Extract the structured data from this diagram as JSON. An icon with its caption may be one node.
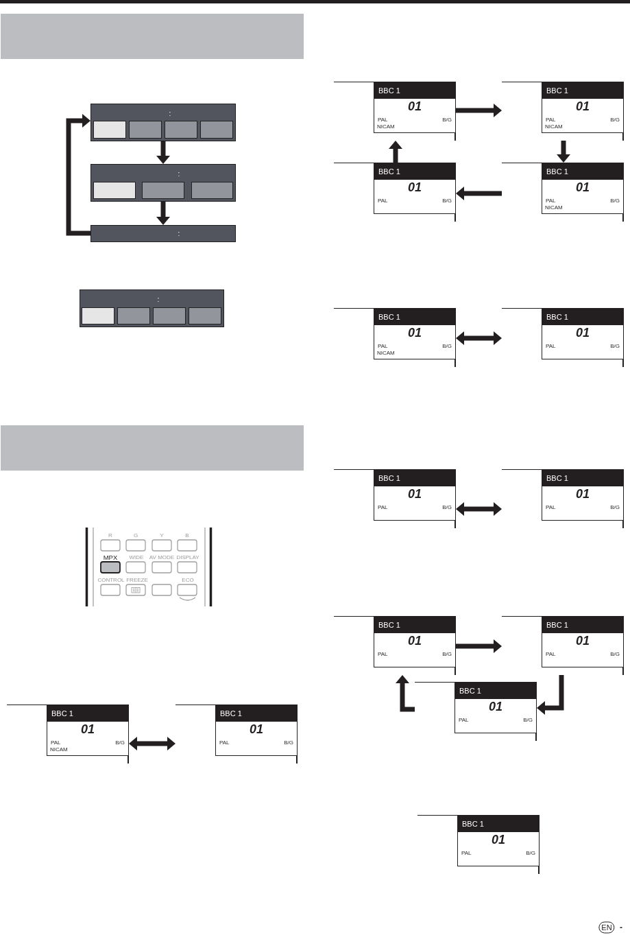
{
  "diagram": {
    "nodes": [
      {
        "text": [],
        "shape": "bar"
      },
      {
        "text": [
          ":"
        ]
      },
      {
        "text": [],
        "shape": "box",
        "in": 1
      },
      {
        "text": [],
        "shape": "box",
        "in": 1
      },
      {
        "text": [],
        "shape": "box",
        "in": 1
      },
      {
        "text": [],
        "shape": "box",
        "in": 1
      },
      {
        "text": [
          ":"
        ]
      },
      {
        "text": [],
        "shape": "box",
        "in": 6
      },
      {
        "text": [],
        "shape": "box",
        "in": 6
      },
      {
        "text": [],
        "shape": "box",
        "in": 6
      },
      {
        "text": [
          ":"
        ]
      },
      {
        "text": [
          ":"
        ]
      },
      {
        "text": [],
        "shape": "box",
        "in": 11
      },
      {
        "text": [],
        "shape": "box",
        "in": 11
      },
      {
        "text": [],
        "shape": "box",
        "in": 11
      },
      {
        "text": [],
        "shape": "box",
        "in": 11
      },
      {
        "text": [],
        "shape": "bar"
      },
      {
        "text": [
          "BBC 1",
          "01",
          "PAL",
          "B/G",
          "NICAM"
        ]
      },
      {
        "text": [
          "BBC 1",
          "01",
          "PAL",
          "B/G"
        ]
      },
      {
        "text": [
          "BBC 1",
          "01",
          "PAL",
          "B/G",
          "NICAM"
        ]
      },
      {
        "text": [
          "BBC 1",
          "01",
          "PAL",
          "B/G",
          "NICAM"
        ]
      },
      {
        "text": [
          "BBC 1",
          "01",
          "PAL",
          "B/G"
        ]
      },
      {
        "text": [
          "BBC 1",
          "01",
          "PAL",
          "B/G",
          "NICAM"
        ]
      },
      {
        "text": [
          "BBC 1",
          "01",
          "PAL",
          "B/G",
          "NICAM"
        ]
      },
      {
        "text": [
          "BBC 1",
          "01",
          "PAL",
          "B/G"
        ]
      },
      {
        "text": [
          "BBC 1",
          "01",
          "PAL",
          "B/G"
        ]
      },
      {
        "text": [
          "BBC 1",
          "01",
          "PAL",
          "B/G"
        ]
      },
      {
        "text": [
          "BBC 1",
          "01",
          "PAL",
          "B/G"
        ]
      },
      {
        "text": [
          "BBC 1",
          "01",
          "PAL",
          "B/G"
        ]
      },
      {
        "text": [
          "BBC 1",
          "01",
          "PAL",
          "B/G"
        ]
      },
      {
        "text": [
          "BBC 1",
          "01",
          "PAL",
          "B/G"
        ]
      }
    ],
    "edges": [
      {
        "from": 1,
        "to": 6,
        "arrow": "to"
      },
      {
        "from": 6,
        "to": 10,
        "arrow": "to"
      },
      {
        "from": 10,
        "to": 1,
        "arrow": "to"
      },
      {
        "from": 17,
        "to": 18,
        "arrow": "both"
      },
      {
        "from": 19,
        "to": 20,
        "arrow": "to"
      },
      {
        "from": 20,
        "to": 22,
        "arrow": "to"
      },
      {
        "from": 22,
        "to": 21,
        "arrow": "to"
      },
      {
        "from": 21,
        "to": 19,
        "arrow": "to"
      },
      {
        "from": 23,
        "to": 24,
        "arrow": "both"
      },
      {
        "from": 25,
        "to": 26,
        "arrow": "both"
      },
      {
        "from": 27,
        "to": 28,
        "arrow": "to"
      },
      {
        "from": 28,
        "to": 29,
        "arrow": "to"
      },
      {
        "from": 29,
        "to": 27,
        "arrow": "to"
      }
    ],
    "labels": [
      "R",
      "G",
      "Y",
      "B",
      "MPX",
      "WIDE",
      "AV MODE",
      "DISPLAY",
      "CONTROL",
      "FREEZE",
      "ECO",
      "EN",
      "-"
    ]
  }
}
